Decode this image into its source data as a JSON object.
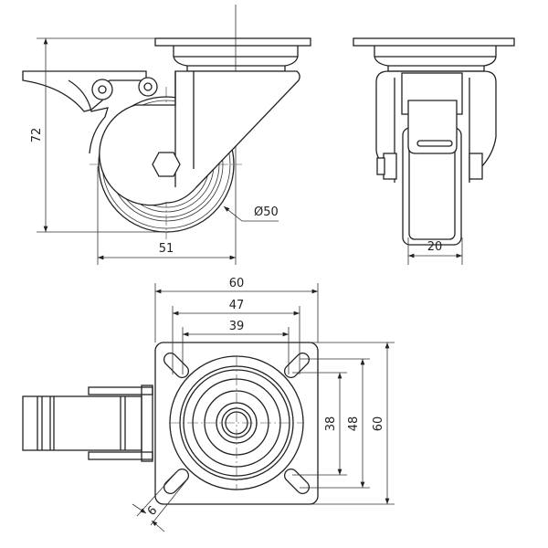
{
  "title": "Swivel caster with brake - dimensional drawing",
  "views": {
    "side": {
      "height_label": "72",
      "offset_label": "51",
      "wheel_diameter_label": "Ø50"
    },
    "front": {
      "wheel_width_label": "20"
    },
    "bottom": {
      "plate_width_label": "60",
      "hole_spacing_outer_x_label": "47",
      "hole_spacing_inner_x_label": "39",
      "hole_spacing_inner_y_label": "38",
      "hole_spacing_outer_y_label": "48",
      "plate_height_label": "60",
      "slot_width_label": "6"
    }
  },
  "units": "mm"
}
